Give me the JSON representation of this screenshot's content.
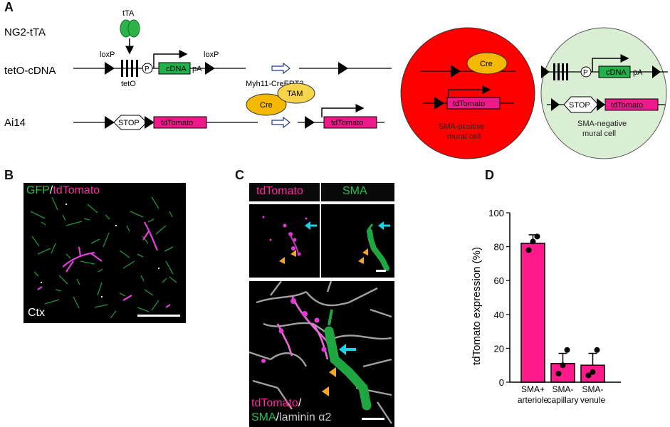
{
  "panels": {
    "a": "A",
    "b": "B",
    "c": "C",
    "d": "D"
  },
  "schematic": {
    "rows": {
      "ng2": "NG2-tTA",
      "teto": "tetO-cDNA",
      "ai14": "Ai14"
    },
    "tta": "tTA",
    "loxp_left": "loxP",
    "loxp_right": "loxP",
    "p": "P",
    "cdna": "cDNA",
    "pa": "pA",
    "teto_label": "tetO",
    "stop": "STOP",
    "tdtomato": "tdTomato",
    "myh11": "Myh11-CreERT2",
    "cre": "Cre",
    "tam": "TAM",
    "red_cell": {
      "cre": "Cre",
      "tdtomato": "tdTomato",
      "caption1": "SMA-positive",
      "caption2": "mural cell",
      "color": "#ff0000"
    },
    "green_cell": {
      "p": "P",
      "cdna": "cDNA",
      "pa": "pA",
      "stop": "STOP",
      "tdtomato": "tdTomato",
      "caption1": "SMA-negative",
      "caption2": "mural cell",
      "color": "#d9eed3"
    }
  },
  "panel_b": {
    "label_gfp": "GFP",
    "label_sep": "/",
    "label_td": "tdTomato",
    "region": "Ctx"
  },
  "panel_c": {
    "header_left": "tdTomato",
    "header_right": "SMA",
    "bottom_td": "tdTomato",
    "bottom_sep1": "/",
    "bottom_sma": "SMA",
    "bottom_sep2": "/",
    "bottom_lam": "laminin α2"
  },
  "colors": {
    "magenta": "#ff1a8c",
    "green": "#22b14c",
    "cyan": "#19d3e6",
    "orange": "#f5a623",
    "cre_fill": "#f5b800",
    "tam_fill": "#f7d44c"
  },
  "chart_data": {
    "type": "bar",
    "ylabel": "tdTomato expression (%)",
    "ylim": [
      0,
      100
    ],
    "yticks": [
      0,
      20,
      40,
      60,
      80,
      100
    ],
    "categories": [
      [
        "SMA+",
        "arteriole"
      ],
      [
        "SMA-",
        "capillary"
      ],
      [
        "SMA-",
        "venule"
      ]
    ],
    "values": [
      82,
      11,
      10
    ],
    "error_upper": [
      87,
      17,
      17
    ],
    "points": [
      [
        78,
        83,
        86
      ],
      [
        5,
        10,
        19
      ],
      [
        4,
        6,
        19
      ]
    ],
    "bar_color": "#ff1a8c"
  }
}
